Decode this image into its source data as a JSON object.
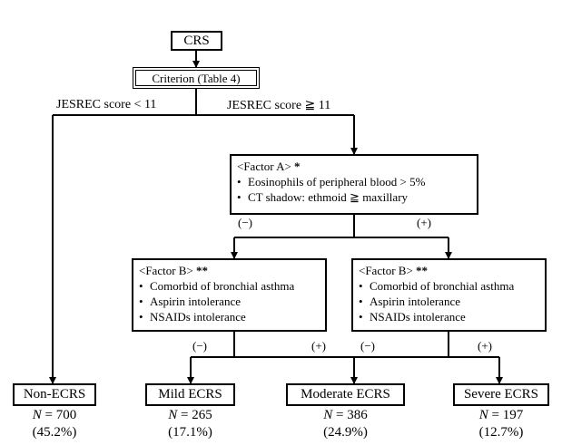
{
  "root": "CRS",
  "criterion": "Criterion (Table 4)",
  "branch_low": "JESREC score < 11",
  "branch_high": "JESREC score ≧ 11",
  "factor_a": {
    "title": "<Factor A>",
    "mark": "*",
    "items": [
      "Eosinophils of peripheral blood > 5%",
      "CT shadow: ethmoid ≧ maxillary"
    ]
  },
  "neg": "(−)",
  "pos": "(+)",
  "factor_b": {
    "title": "<Factor B>",
    "mark": "**",
    "items": [
      "Comorbid of bronchial asthma",
      "Aspirin intolerance",
      "NSAIDs intolerance"
    ]
  },
  "outcomes": [
    {
      "label": "Non-ECRS",
      "n_symbol": "N",
      "n_value": "= 700",
      "percent": "(45.2%)"
    },
    {
      "label": "Mild ECRS",
      "n_symbol": "N",
      "n_value": "= 265",
      "percent": "(17.1%)"
    },
    {
      "label": "Moderate ECRS",
      "n_symbol": "N",
      "n_value": "= 386",
      "percent": "(24.9%)"
    },
    {
      "label": "Severe ECRS",
      "n_symbol": "N",
      "n_value": "= 197",
      "percent": "(12.7%)"
    }
  ]
}
